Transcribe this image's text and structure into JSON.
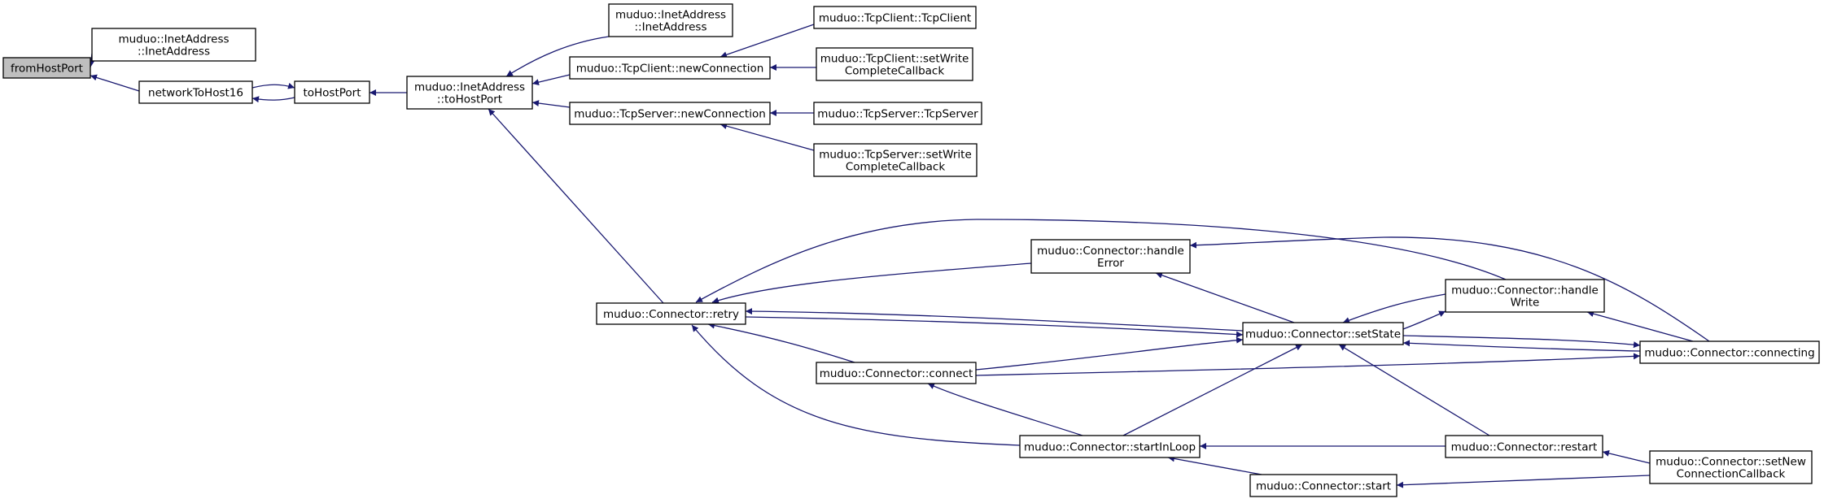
{
  "diagram": {
    "type": "caller-graph",
    "colors": {
      "edge": "#191970",
      "root_fill": "#bfbfbf",
      "node_fill": "#ffffff",
      "node_border": "#000000"
    },
    "nodes": [
      {
        "id": "fromHostPort",
        "lines": [
          "fromHostPort"
        ],
        "root": true
      },
      {
        "id": "inetaddr_ctor1",
        "lines": [
          "muduo::InetAddress",
          "::InetAddress"
        ]
      },
      {
        "id": "networkToHost16",
        "lines": [
          "networkToHost16"
        ]
      },
      {
        "id": "toHostPort",
        "lines": [
          "toHostPort"
        ]
      },
      {
        "id": "inetaddr_toHostPort",
        "lines": [
          "muduo::InetAddress",
          "::toHostPort"
        ]
      },
      {
        "id": "inetaddr_ctor2",
        "lines": [
          "muduo::InetAddress",
          "::InetAddress"
        ]
      },
      {
        "id": "tcpclient_newConnection",
        "lines": [
          "muduo::TcpClient::newConnection"
        ]
      },
      {
        "id": "tcpserver_newConnection",
        "lines": [
          "muduo::TcpServer::newConnection"
        ]
      },
      {
        "id": "tcpclient_ctor",
        "lines": [
          "muduo::TcpClient::TcpClient"
        ]
      },
      {
        "id": "tcpclient_setWrite",
        "lines": [
          "muduo::TcpClient::setWrite",
          "CompleteCallback"
        ]
      },
      {
        "id": "tcpserver_ctor",
        "lines": [
          "muduo::TcpServer::TcpServer"
        ]
      },
      {
        "id": "tcpserver_setWrite",
        "lines": [
          "muduo::TcpServer::setWrite",
          "CompleteCallback"
        ]
      },
      {
        "id": "connector_retry",
        "lines": [
          "muduo::Connector::retry"
        ]
      },
      {
        "id": "connector_handleError",
        "lines": [
          "muduo::Connector::handle",
          "Error"
        ]
      },
      {
        "id": "connector_connect",
        "lines": [
          "muduo::Connector::connect"
        ]
      },
      {
        "id": "connector_startInLoop",
        "lines": [
          "muduo::Connector::startInLoop"
        ]
      },
      {
        "id": "connector_start",
        "lines": [
          "muduo::Connector::start"
        ]
      },
      {
        "id": "connector_setState",
        "lines": [
          "muduo::Connector::setState"
        ]
      },
      {
        "id": "connector_handleWrite",
        "lines": [
          "muduo::Connector::handle",
          "Write"
        ]
      },
      {
        "id": "connector_restart",
        "lines": [
          "muduo::Connector::restart"
        ]
      },
      {
        "id": "connector_connecting",
        "lines": [
          "muduo::Connector::connecting"
        ]
      },
      {
        "id": "connector_setNewConnectionCallback",
        "lines": [
          "muduo::Connector::setNew",
          "ConnectionCallback"
        ]
      }
    ],
    "edges": [
      {
        "from": "inetaddr_ctor1",
        "to": "fromHostPort"
      },
      {
        "from": "networkToHost16",
        "to": "fromHostPort"
      },
      {
        "from": "toHostPort",
        "to": "networkToHost16"
      },
      {
        "from": "networkToHost16",
        "to": "toHostPort"
      },
      {
        "from": "inetaddr_toHostPort",
        "to": "toHostPort"
      },
      {
        "from": "inetaddr_ctor2",
        "to": "inetaddr_toHostPort"
      },
      {
        "from": "tcpclient_newConnection",
        "to": "inetaddr_toHostPort"
      },
      {
        "from": "tcpserver_newConnection",
        "to": "inetaddr_toHostPort"
      },
      {
        "from": "connector_retry",
        "to": "inetaddr_toHostPort"
      },
      {
        "from": "tcpclient_ctor",
        "to": "tcpclient_newConnection"
      },
      {
        "from": "tcpclient_setWrite",
        "to": "tcpclient_newConnection"
      },
      {
        "from": "tcpserver_ctor",
        "to": "tcpserver_newConnection"
      },
      {
        "from": "tcpserver_setWrite",
        "to": "tcpserver_newConnection"
      },
      {
        "from": "connector_handleError",
        "to": "connector_retry"
      },
      {
        "from": "connector_handleWrite",
        "to": "connector_retry"
      },
      {
        "from": "connector_setState",
        "to": "connector_retry"
      },
      {
        "from": "connector_connect",
        "to": "connector_retry"
      },
      {
        "from": "connector_startInLoop",
        "to": "connector_retry"
      },
      {
        "from": "connector_setState",
        "to": "connector_handleError"
      },
      {
        "from": "connector_connecting",
        "to": "connector_handleError"
      },
      {
        "from": "connector_retry",
        "to": "connector_setState"
      },
      {
        "from": "connector_startInLoop",
        "to": "connector_setState"
      },
      {
        "from": "connector_connect",
        "to": "connector_setState"
      },
      {
        "from": "connector_handleWrite",
        "to": "connector_setState"
      },
      {
        "from": "connector_connecting",
        "to": "connector_setState"
      },
      {
        "from": "connector_restart",
        "to": "connector_setState"
      },
      {
        "from": "connector_setState",
        "to": "connector_handleWrite"
      },
      {
        "from": "connector_connecting",
        "to": "connector_handleWrite"
      },
      {
        "from": "connector_setState",
        "to": "connector_connecting"
      },
      {
        "from": "connector_connect",
        "to": "connector_connecting"
      },
      {
        "from": "connector_startInLoop",
        "to": "connector_connect"
      },
      {
        "from": "connector_restart",
        "to": "connector_startInLoop"
      },
      {
        "from": "connector_start",
        "to": "connector_startInLoop"
      },
      {
        "from": "connector_setNewConnectionCallback",
        "to": "connector_restart"
      },
      {
        "from": "connector_setNewConnectionCallback",
        "to": "connector_start"
      }
    ]
  }
}
